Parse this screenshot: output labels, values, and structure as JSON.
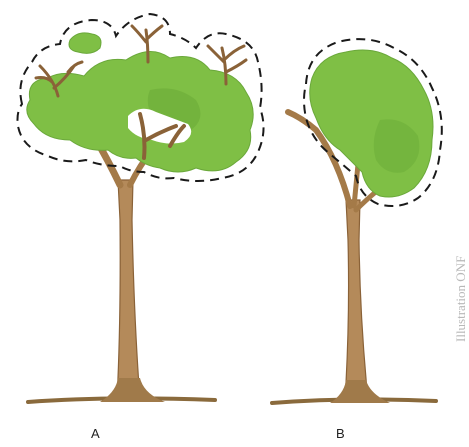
{
  "labels": {
    "tree_a": "A",
    "tree_b": "B"
  },
  "credit": "Illustration ONF",
  "colors": {
    "foliage": "#7fbf45",
    "foliage_dark": "#5e9e2f",
    "trunk": "#b48a5a",
    "trunk_dark": "#8a6238",
    "ground": "#8a6a3c",
    "outline": "#1a1a1a"
  }
}
